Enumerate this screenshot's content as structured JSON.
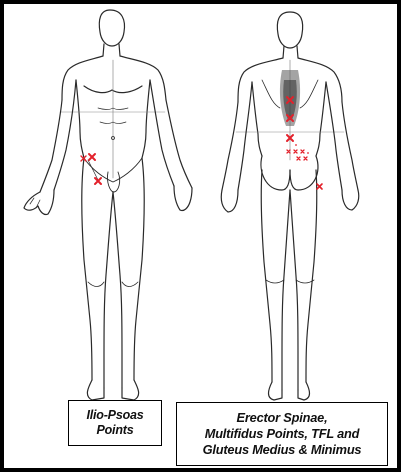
{
  "captions": {
    "left": [
      "Ilio-Psoas",
      "Points"
    ],
    "right": [
      "Erector Spinae,",
      "Multifidus Points, TFL and",
      "Gluteus Medius & Minimus"
    ]
  },
  "marker": {
    "symbol": "x",
    "color": "#e3212b"
  }
}
